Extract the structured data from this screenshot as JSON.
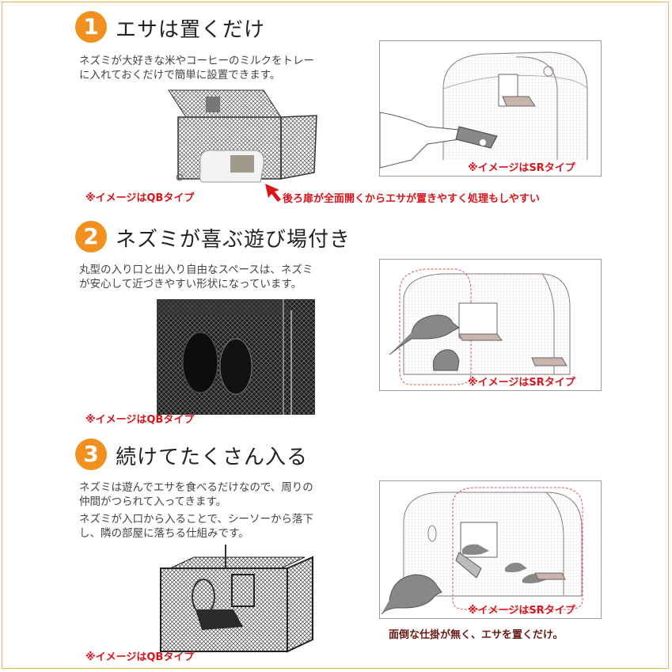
{
  "sections": [
    {
      "number": "1",
      "title": "エサは置くだけ",
      "desc_lines": [
        "ネズミが大好きな米やコーヒーのミルクをトレー",
        "に入れておくだけで簡単に設置できます。"
      ],
      "photo_caption": "※イメージはQBタイプ",
      "diagram_caption": "※イメージはSRタイプ",
      "note": "後ろ扉が全面開くからエサが置きやすく処理もしやすい"
    },
    {
      "number": "2",
      "title": "ネズミが喜ぶ遊び場付き",
      "desc_lines": [
        "丸型の入り口と出入り自由なスペースは、ネズミ",
        "が安心して近づきやすい形状になっています。"
      ],
      "photo_caption": "※イメージはQBタイプ",
      "diagram_caption": "※イメージはSRタイプ"
    },
    {
      "number": "3",
      "title": "続けてたくさん入る",
      "desc_lines": [
        "ネズミは遊んでエサを食べるだけなので、周りの",
        "仲間がつられて入ってきます。",
        "ネズミが入口から入ることで、シーソーから落下",
        "し、隣の部屋に落ちる仕組みです。"
      ],
      "photo_caption": "※イメージはQBタイプ",
      "diagram_caption": "※イメージはSRタイプ",
      "note": "面倒な仕掛が無く、エサを置くだけ。"
    }
  ],
  "colors": {
    "badge": "#f0901e",
    "caption": "#d9141b",
    "frame": "#e9b85a"
  }
}
